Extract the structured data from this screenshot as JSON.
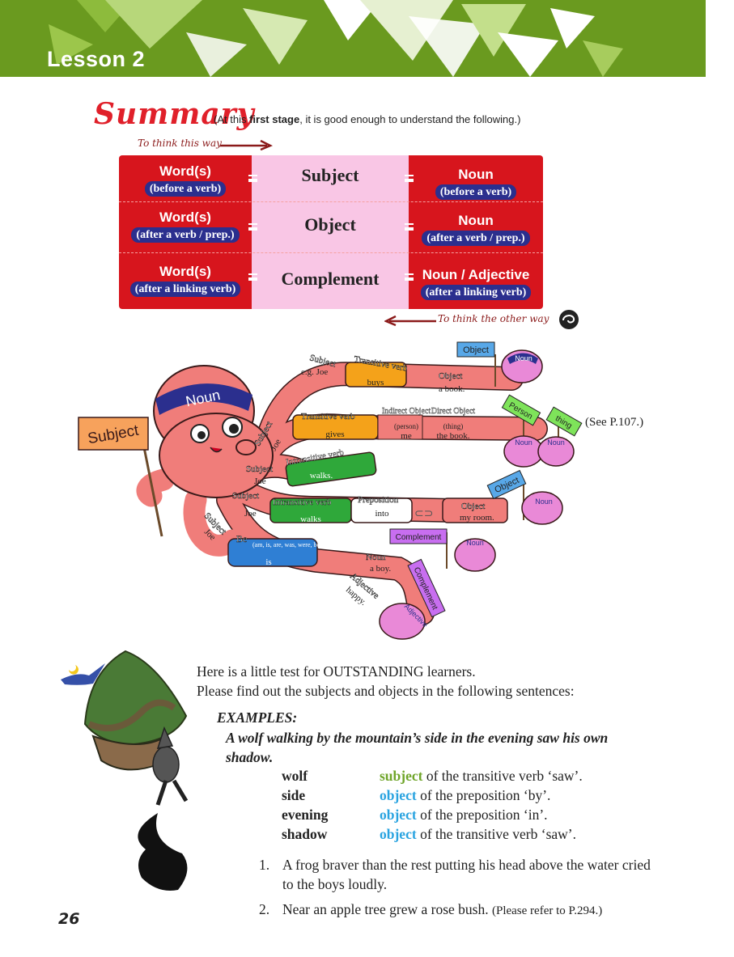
{
  "header": {
    "lesson": "Lesson 2"
  },
  "summary": {
    "title": "Summary",
    "note_pre": "(At this ",
    "note_bold": "first stage",
    "note_post": ", it is good enough to understand the following.)",
    "think_this_way": "To think this way",
    "think_other_way": "To think the other way"
  },
  "table": {
    "rows": [
      {
        "left": "Word(s)",
        "left_pill": "(before a verb)",
        "middle": "Subject",
        "right": "Noun",
        "right_pill": "(before a verb)"
      },
      {
        "left": "Word(s)",
        "left_pill": "(after a verb / prep.)",
        "middle": "Object",
        "right": "Noun",
        "right_pill": "(after a verb / prep.)"
      },
      {
        "left": "Word(s)",
        "left_pill": "(after a linking verb)",
        "middle": "Complement",
        "right": "Noun / Adjective",
        "right_pill": "(after a linking verb)"
      }
    ]
  },
  "diagram": {
    "head_label": "Noun",
    "flag_subject": "Subject",
    "see_ref": "(See P.107.)",
    "arm1": {
      "subject": "Subject",
      "subject_ex": "e.g. Joe",
      "verb": "Transitive verb",
      "verb_ex": "buys",
      "object": "Object",
      "object_ex": "a book.",
      "flag": "Object",
      "noun": "Noun"
    },
    "arm2": {
      "subject": "Subject",
      "subject_ex": "Joe",
      "verb": "Transitive verb",
      "verb_ex": "gives",
      "ind_obj": "Indirect Object",
      "ind_obj_sub": "(person)",
      "ind_obj_ex": "me",
      "dir_obj": "Direct Object",
      "dir_obj_sub": "(thing)",
      "dir_obj_ex": "the book.",
      "flag1": "Person",
      "flag2": "thing",
      "noun": "Noun"
    },
    "arm3": {
      "subject": "Subject",
      "subject_ex": "Joe",
      "verb": "Intransitive verb",
      "verb_ex": "walks."
    },
    "arm4": {
      "subject": "Subject",
      "subject_ex": "Joe",
      "verb": "Intransitive verb",
      "verb_ex": "walks",
      "prep": "Preposition",
      "prep_ex": "into",
      "object": "Object",
      "object_ex": "my room.",
      "flag": "Object",
      "noun": "Noun"
    },
    "arm5": {
      "subject": "Subject",
      "subject_ex": "Joe",
      "verb": "Be",
      "verb_forms": "(am, is, are, was, were, been, being)",
      "verb_ex": "is",
      "noun": "Noun",
      "noun_ex": "a boy.",
      "adj": "Adjective",
      "adj_ex": "happy.",
      "flag1": "Complement",
      "flag2": "Complement",
      "noun_cap": "Noun",
      "adj_cap": "Adjective"
    }
  },
  "test": {
    "line1": "Here is a little test for OUTSTANDING learners.",
    "line2": "Please find out the subjects and objects in the following sentences:",
    "examples_title": "EXAMPLES:",
    "example_sentence": "A wolf walking by the mountain’s side in the evening saw his own shadow.",
    "answers": [
      {
        "word": "wolf",
        "kind": "subject",
        "rest": " of the transitive verb ‘saw’."
      },
      {
        "word": "side",
        "kind": "object",
        "rest": " of the preposition ‘by’."
      },
      {
        "word": "evening",
        "kind": "object",
        "rest": " of the preposition ‘in’."
      },
      {
        "word": "shadow",
        "kind": "object",
        "rest": " of the transitive verb ‘saw’."
      }
    ],
    "questions": [
      {
        "num": "1.",
        "text": "A frog braver than the rest putting his head above the water cried to the boys loudly.",
        "ref": ""
      },
      {
        "num": "2.",
        "text": "Near an apple tree grew a rose bush. ",
        "ref": "(Please refer to P.294.)"
      }
    ]
  },
  "page_number": "26",
  "colors": {
    "header_green": "#6a9a1f",
    "table_red": "#d7151d",
    "table_pink": "#f9c6e5",
    "pill_navy": "#2b2f8e",
    "subject_green": "#6fa52a",
    "object_blue": "#29a3e0",
    "octopus": "#f07d7a"
  }
}
